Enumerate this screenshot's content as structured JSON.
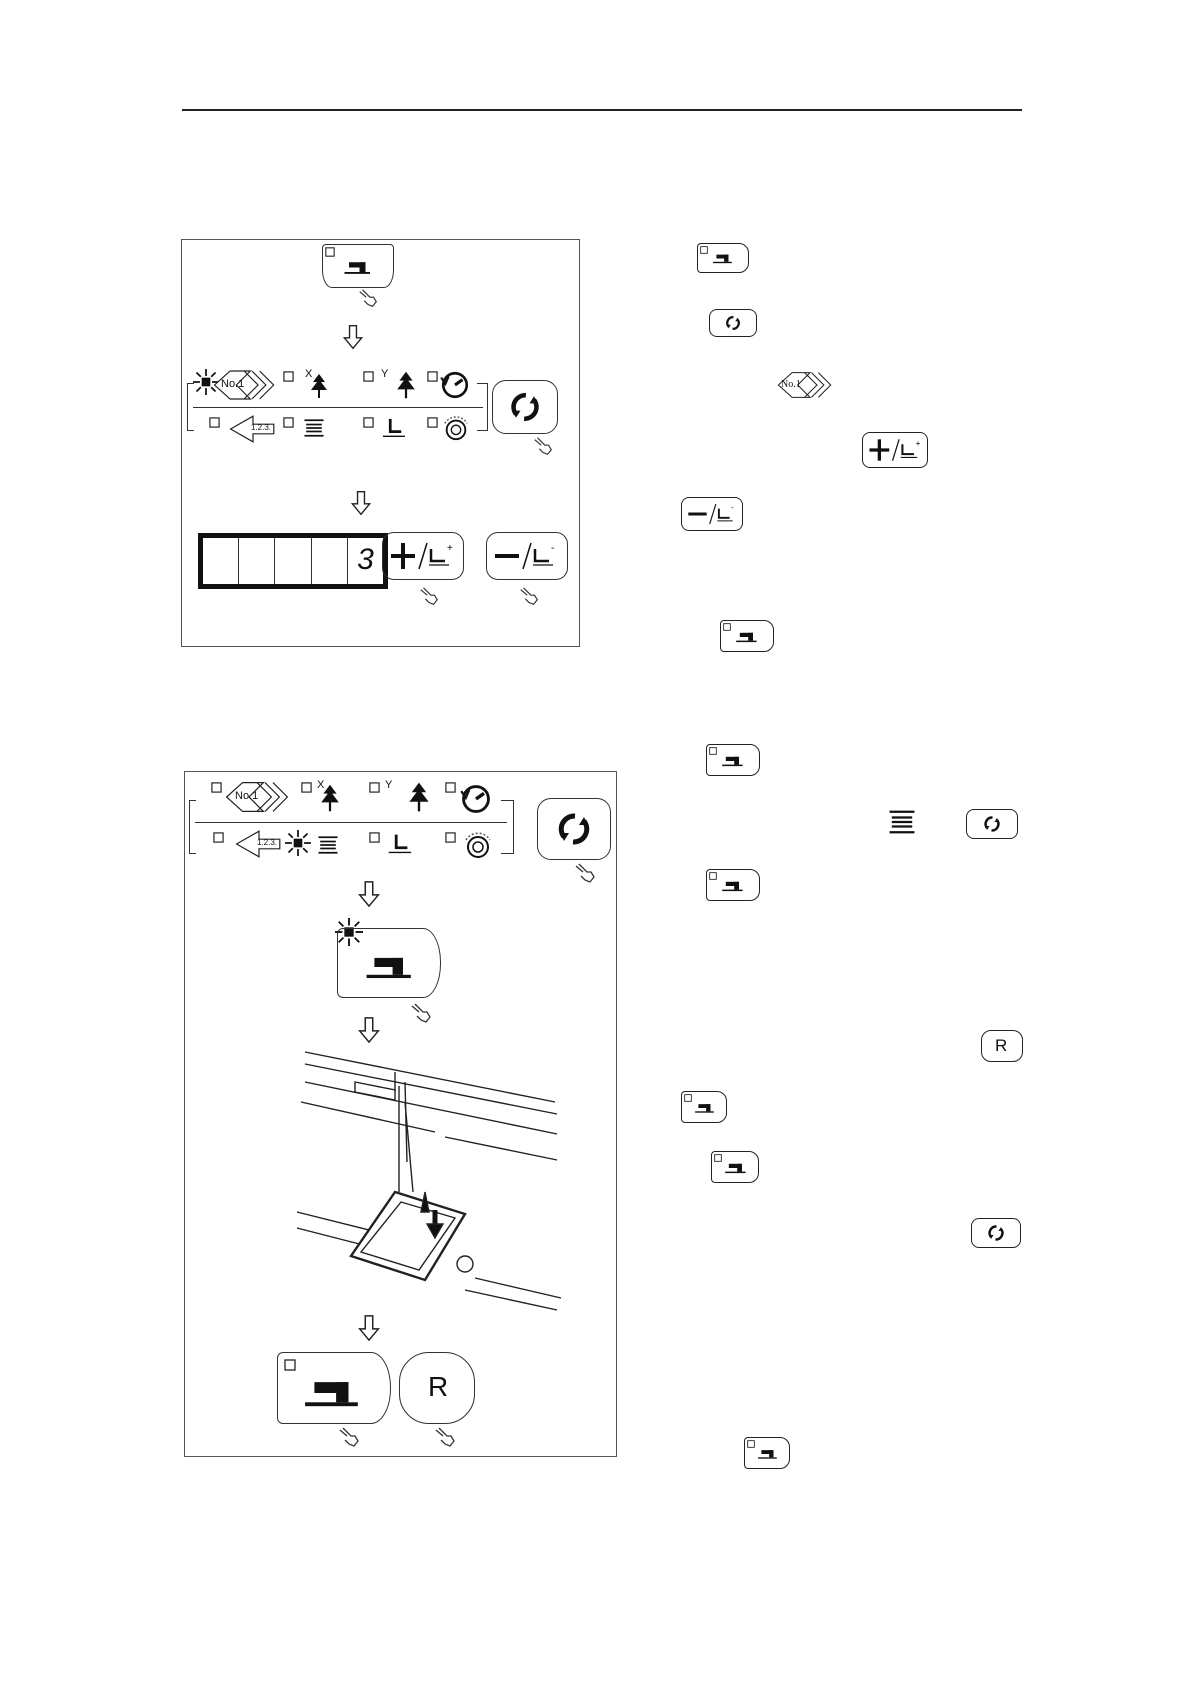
{
  "display": {
    "digit": "3"
  },
  "panel_labels": {
    "pattern_no": "No.1",
    "pattern_steps": "1.2.3.",
    "axis_x": "X",
    "axis_y": "Y"
  },
  "inline_icons": {
    "pattern_no_label": "No.1",
    "reset_label": "R"
  },
  "buttons": {
    "reset_label": "R"
  },
  "icons": {
    "setting_button": "sewing-machine-icon",
    "select_button": "cycle-arrows-icon",
    "plus_button": "plus-icon",
    "minus_button": "minus-icon",
    "reset_button": "reset-icon",
    "bobbin_winder": "thread-winding-icon",
    "pedal": "foot-pedal-icon"
  },
  "colors": {
    "line": "#111111",
    "panel_border": "#555555",
    "background": "#ffffff"
  }
}
